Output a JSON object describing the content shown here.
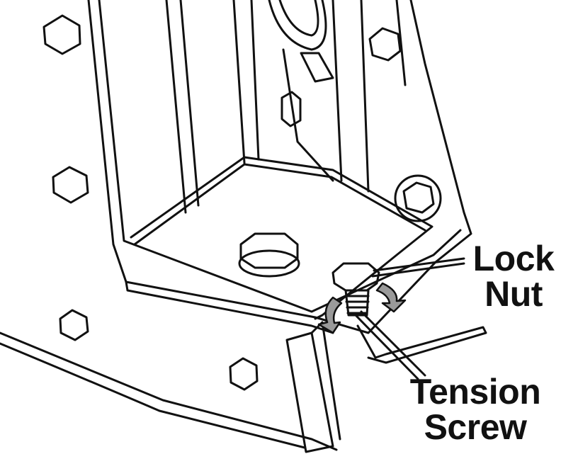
{
  "labels": {
    "lock_nut": {
      "line1": "Lock",
      "line2": "Nut"
    },
    "tension_screw": {
      "line1": "Tension",
      "line2": "Screw"
    }
  },
  "colors": {
    "ink": "#111111",
    "background": "#ffffff",
    "arrow_fill": "#9a9a9a"
  }
}
